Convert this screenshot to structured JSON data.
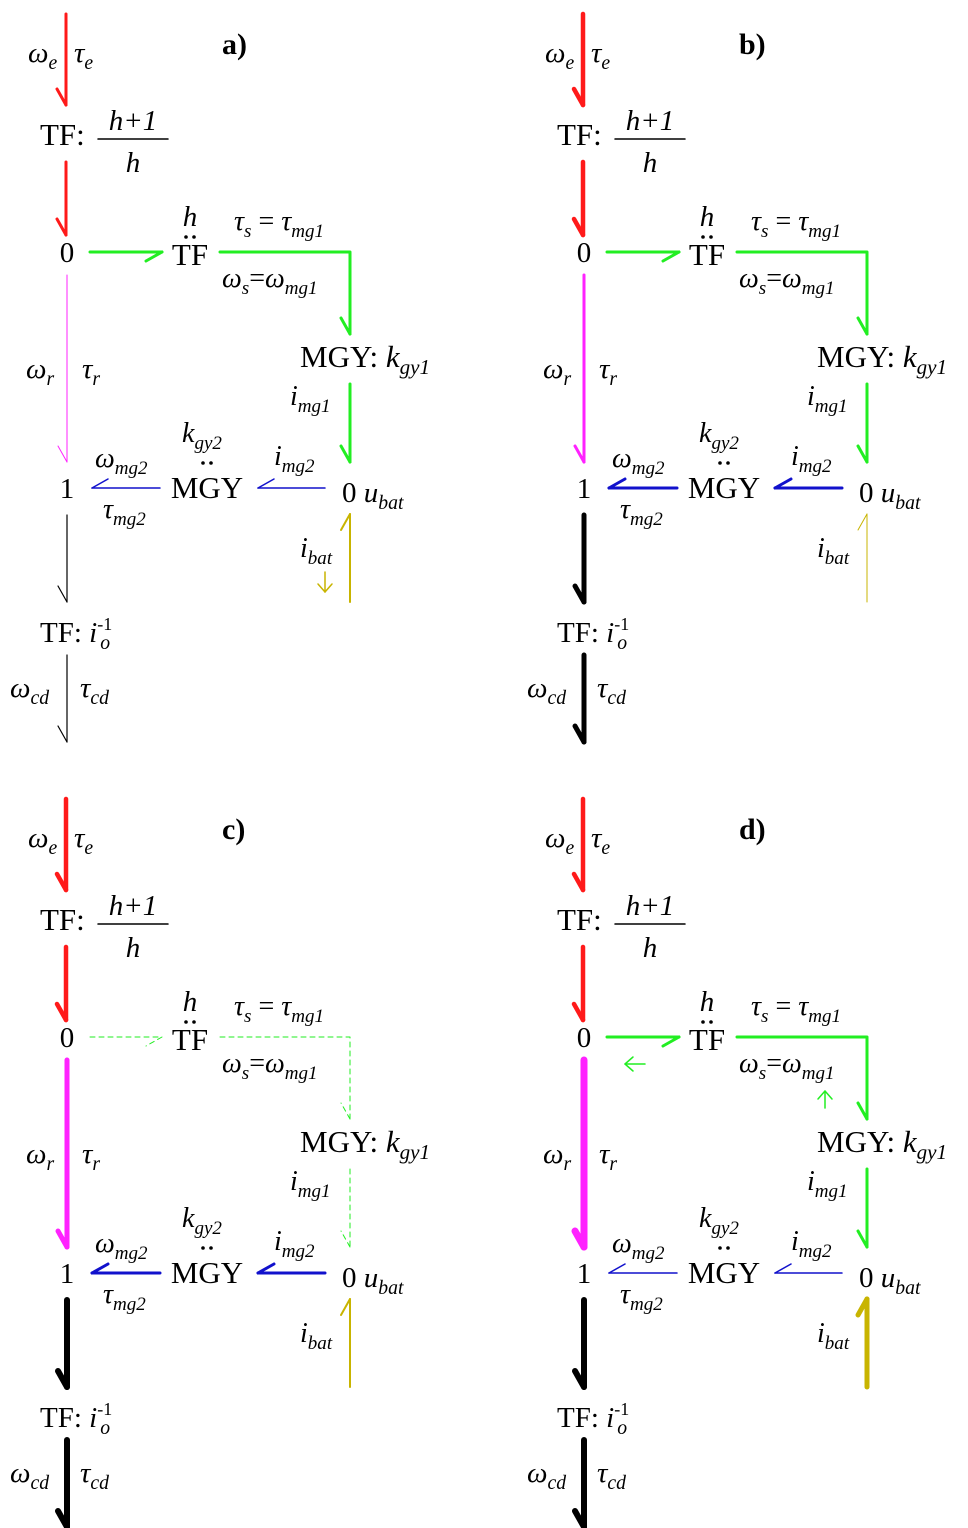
{
  "colors": {
    "engine": "#ff1a1a",
    "sun": "#22ee22",
    "ring": "#ff22ff",
    "mg2": "#1111cc",
    "battery": "#c8b400",
    "output": "#000000"
  },
  "panels": [
    {
      "label": "a)",
      "widths": {
        "engine": 3,
        "sun": 3,
        "ring": 1,
        "mg2": 1.5,
        "battery": 2,
        "output": 1.2
      },
      "dashed_sun": false,
      "extra_arrows": [
        "battery-down"
      ]
    },
    {
      "label": "b)",
      "widths": {
        "engine": 4.5,
        "sun": 3,
        "ring": 3,
        "mg2": 3,
        "battery": 1,
        "output": 5
      },
      "dashed_sun": false,
      "extra_arrows": []
    },
    {
      "label": "c)",
      "widths": {
        "engine": 4.5,
        "sun": 1,
        "ring": 5,
        "mg2": 3,
        "battery": 2,
        "output": 6
      },
      "dashed_sun": true,
      "extra_arrows": []
    },
    {
      "label": "d)",
      "widths": {
        "engine": 4.5,
        "sun": 3,
        "ring": 7,
        "mg2": 1.5,
        "battery": 5,
        "output": 6
      },
      "dashed_sun": false,
      "extra_arrows": [
        "sun-back-left",
        "sun-back-up"
      ]
    }
  ],
  "labels": {
    "tf_top": "TF:",
    "tf_num": "h+1",
    "tf_den": "h",
    "zero": "0",
    "one": "1",
    "h": "h",
    "tf_mid": "TF",
    "tau_s": "τ",
    "omega_s": "ω",
    "mgy1": "MGY:",
    "kgy1_k": "k",
    "kgy1_sub": "gy1",
    "kgy2_k": "k",
    "kgy2_sub": "gy2",
    "mgy2": "MGY",
    "img1": "mg1",
    "img2": "mg2",
    "ibat": "bat",
    "ubat": "bat",
    "tf_bottom": "TF:",
    "io": "i",
    "io_sub": "o",
    "io_sup": "-1",
    "omega_e": "e",
    "tau_e": "e",
    "omega_r": "r",
    "tau_r": "r",
    "omega_mg2": "mg2",
    "tau_mg2": "mg2",
    "omega_cd": "cd",
    "tau_cd": "cd",
    "sub_s": "s",
    "sub_mg1": "mg1"
  }
}
